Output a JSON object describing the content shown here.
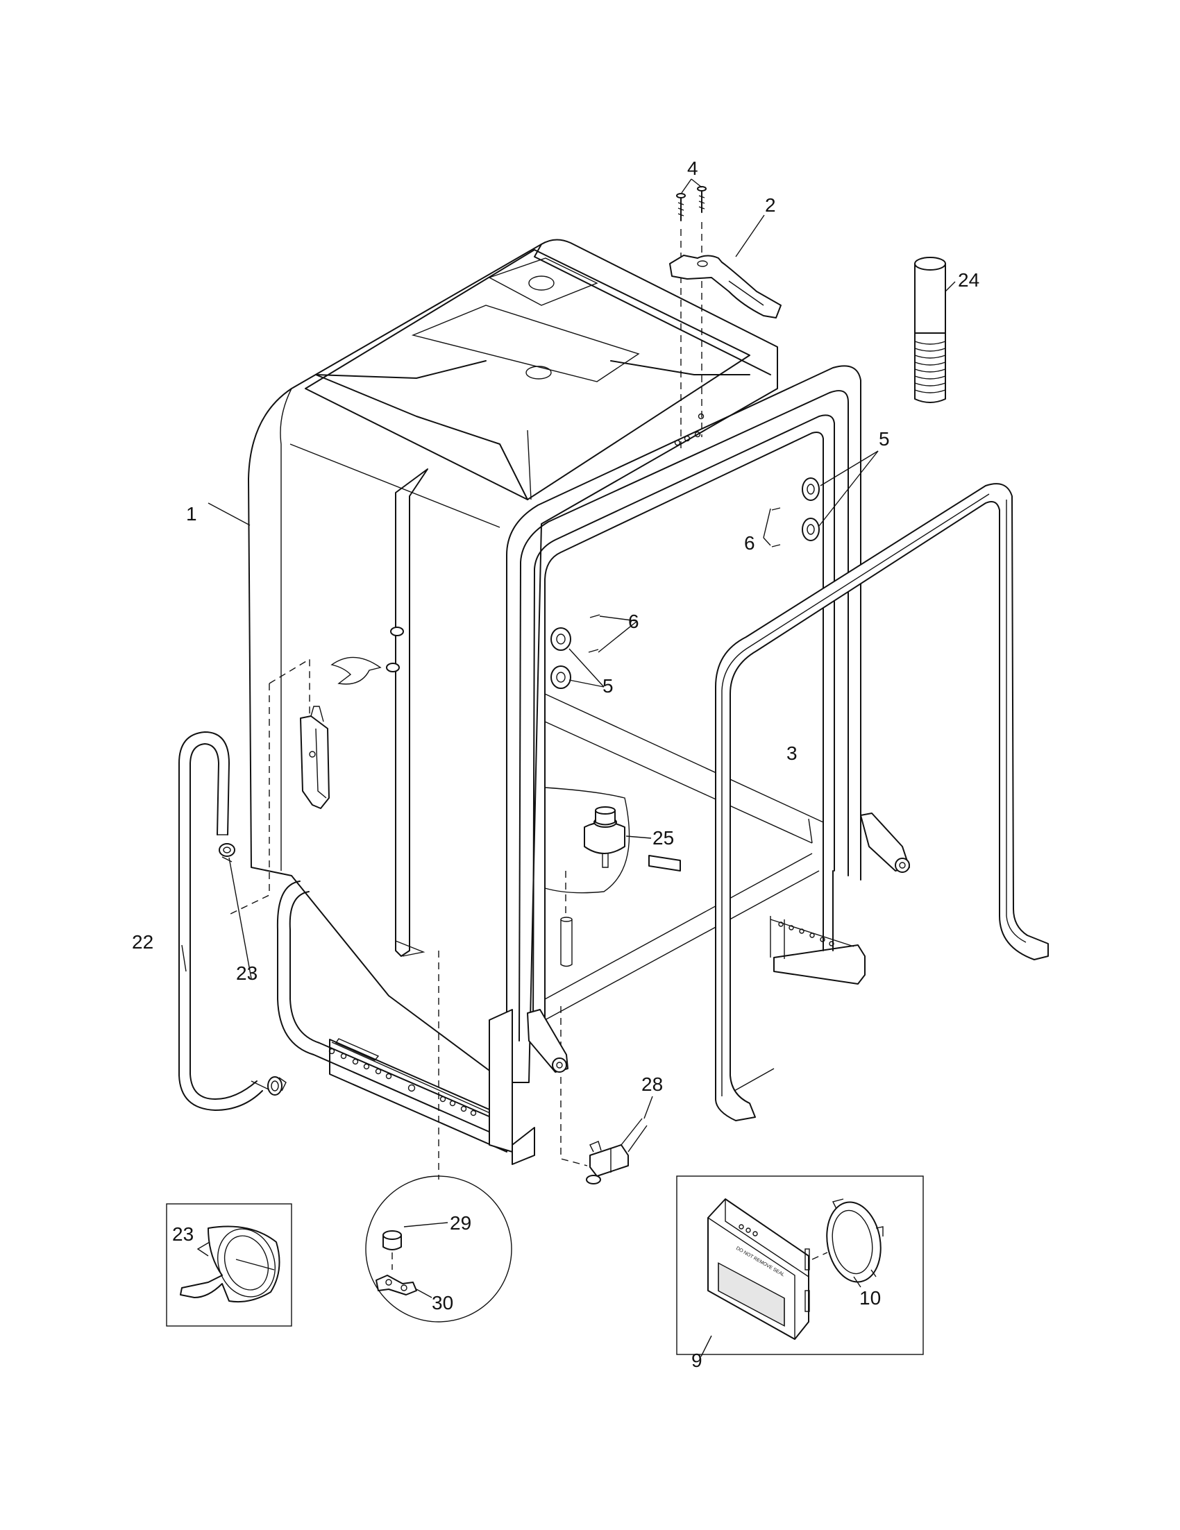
{
  "callouts": {
    "c1": "1",
    "c2": "2",
    "c3": "3",
    "c4": "4",
    "c5a": "5",
    "c5b": "5",
    "c6a": "6",
    "c6b": "6",
    "c9": "9",
    "c10": "10",
    "c22": "22",
    "c23a": "23",
    "c23b": "23",
    "c24": "24",
    "c25": "25",
    "c28": "28",
    "c29": "29",
    "c30": "30"
  },
  "module_label_text": "DO NOT REMOVE SEAL"
}
